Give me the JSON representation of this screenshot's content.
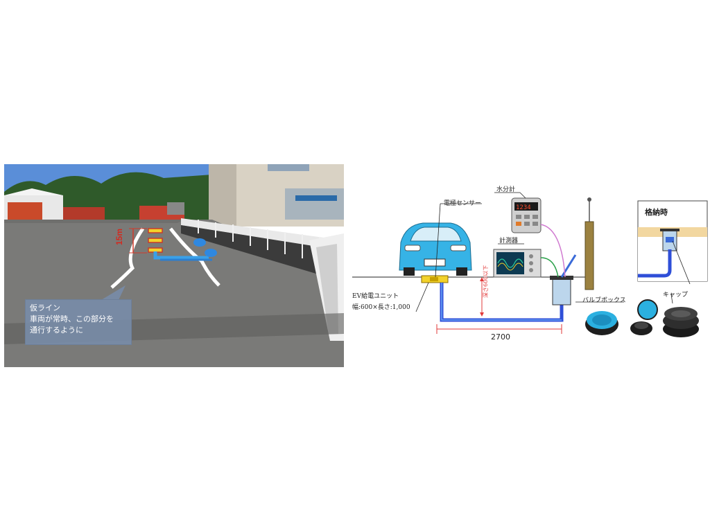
{
  "photo": {
    "measure_label": "15m",
    "callout_lines": [
      "仮ライン",
      "車両が常時、この部分を",
      "通行するように"
    ]
  },
  "diagram": {
    "labels": {
      "water_meter": "水分計",
      "electrode_sensor": "電極センサー",
      "instrument": "計測器",
      "ev_unit": "EV給電ユニット",
      "ev_unit_size": "幅:600×長さ:1,000",
      "depth": "深さ600以下",
      "span": "2700",
      "valve_box": "バルブボックス",
      "stored_state": "格納時",
      "cap": "キャップ"
    },
    "meter_reading": "1234"
  },
  "colors": {
    "pipe_blue": "#2f4fd8",
    "pipe_light": "#4f8df0",
    "car_body": "#36b3e6",
    "dimension_red": "#e23a3a",
    "unit_yellow": "#f2d22b"
  }
}
